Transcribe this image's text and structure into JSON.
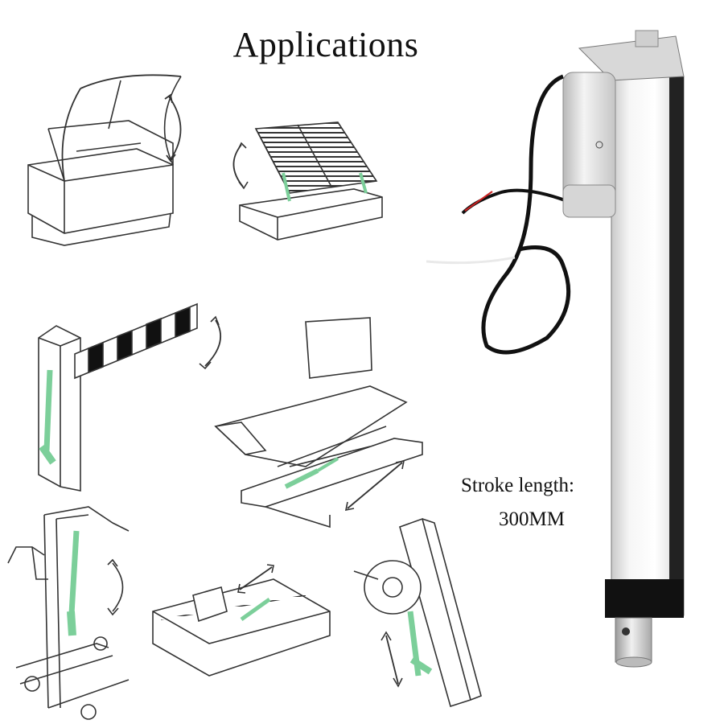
{
  "title": "Applications",
  "stroke": {
    "label": "Stroke length:",
    "value": "300MM"
  },
  "colors": {
    "background": "#ffffff",
    "line": "#333333",
    "actuator_green": "#7ccf9a",
    "tube": "#eeeeee",
    "cable": "#111111"
  }
}
